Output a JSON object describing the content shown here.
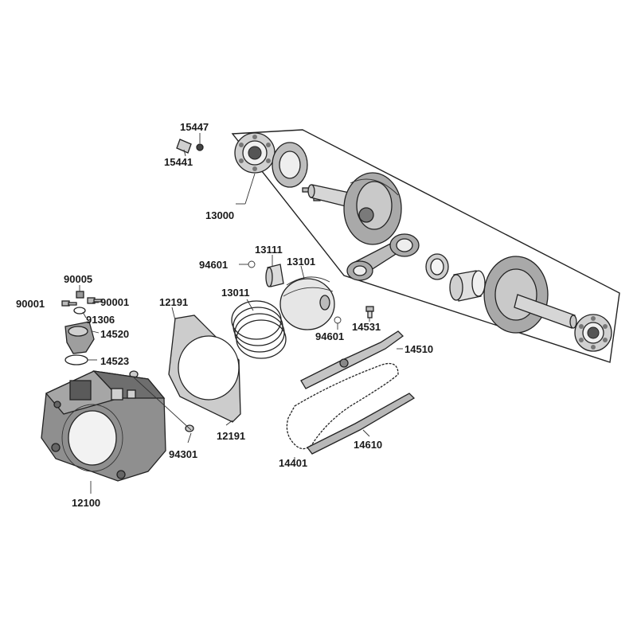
{
  "labels": {
    "p15447": "15447",
    "p15441": "15441",
    "p13000": "13000",
    "p13111": "13111",
    "p94601a": "94601",
    "p13101": "13101",
    "p13011": "13011",
    "p94601b": "94601",
    "p14531": "14531",
    "p12191a": "12191",
    "p12191b": "12191",
    "p14510": "14510",
    "p90005": "90005",
    "p90001a": "90001",
    "p90001b": "90001",
    "p91306": "91306",
    "p14520": "14520",
    "p14523": "14523",
    "p94301": "94301",
    "p14401": "14401",
    "p14610": "14610",
    "p12100": "12100"
  }
}
